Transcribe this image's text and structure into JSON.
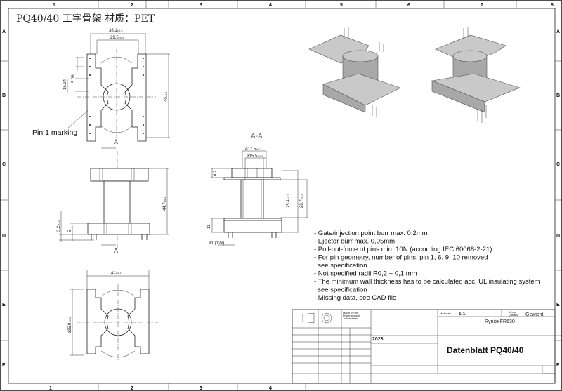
{
  "title": "PQ40/40 工字骨架 材质：PET",
  "grid": {
    "columns": [
      "1",
      "2",
      "3",
      "4",
      "5",
      "6",
      "7",
      "8"
    ],
    "rows": [
      "A",
      "B",
      "C",
      "D",
      "E",
      "F"
    ]
  },
  "top_view": {
    "dims": {
      "w_outer": "38.1",
      "w_outer_tol": "±0.3",
      "w_inner": "29.5",
      "w_inner_tol": "±0.3",
      "pitch": "5.08",
      "row_gap": "15.24",
      "height": "40",
      "height_tol": "±0.3"
    },
    "callout": "Pin 1 marking"
  },
  "front_view": {
    "section_mark": "A",
    "dims": {
      "height": "44.7",
      "height_tol": "±0.3",
      "pin_len": "3.2",
      "pin_len_tol": "±0.2",
      "base": "5"
    }
  },
  "section_view": {
    "label": "A-A",
    "dims": {
      "d_outer": "ø17.5",
      "d_outer_tol": "±0.2",
      "d_inner": "ø15.5",
      "d_inner_tol": "±0.2",
      "flange": "6.2",
      "winding": "25.4",
      "winding_tol": "±0.2",
      "total": "28.7",
      "total_tol": "±0.2",
      "base": "11",
      "pin_d": "ø1 (12x)"
    }
  },
  "bottom_view": {
    "dims": {
      "width": "42",
      "width_tol": "±0.3",
      "diameter": "ø35.9",
      "diameter_tol": "±0.3"
    }
  },
  "notes": [
    "- Gate/injection point burr max. 0,2mm",
    "- Ejector burr max. 0,05mm",
    "- Pull-out-force of pins min. 10N (according IEC 60068-2-21)",
    "- For pin geometry, number of pins, pin 1, 6, 9, 10 removed",
    "  see specification",
    "- Not specified radii R0,2 + 0,1 mm",
    "- The minimum wall thickness has to be calculated acc. UL insulating system",
    "  see specification",
    "- Missing data, see CAD file"
  ],
  "title_block": {
    "units_line1": "Maße in mm",
    "units_line2": "Dimensions in",
    "units_line3": "millimeters",
    "scale_label": "Maßstab",
    "scale_value": "1:1",
    "qty_label1": "Menge",
    "qty_label2": "Quantity",
    "weight_label": "Gewicht",
    "material": "Rynite FR530",
    "year": "2023",
    "drawing_title": "Datenblatt PQ40/40"
  }
}
